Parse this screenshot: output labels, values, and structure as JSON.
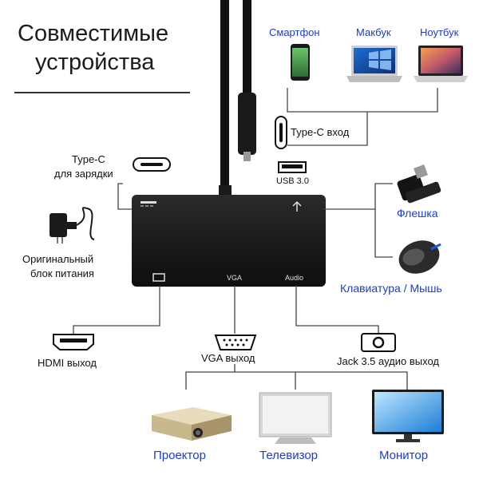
{
  "title": {
    "line1": "Совместимые",
    "line2": "устройства"
  },
  "hub_ports": {
    "vga": "VGA",
    "audio": "Audio",
    "usb": "USB 3.0"
  },
  "top_devices": {
    "smartphone": "Смартфон",
    "macbook": "Макбук",
    "laptop": "Ноутбук"
  },
  "typec_input": "Type-C вход",
  "typec_charge": {
    "line1": "Type-C",
    "line2": "для зарядки"
  },
  "power_supply": {
    "line1": "Оригинальный",
    "line2": "блок питания"
  },
  "usb_devices": {
    "flash": "Флешка",
    "mouse": "Клавиатура / Мышь"
  },
  "outputs": {
    "hdmi": "HDMI выход",
    "vga": "VGA выход",
    "jack": "Jack 3.5 аудио выход"
  },
  "displays": {
    "projector": "Проектор",
    "tv": "Телевизор",
    "monitor": "Монитор"
  },
  "colors": {
    "accent": "#1a3ccf",
    "text": "#111111",
    "hub": "#141414",
    "line": "#333333"
  }
}
